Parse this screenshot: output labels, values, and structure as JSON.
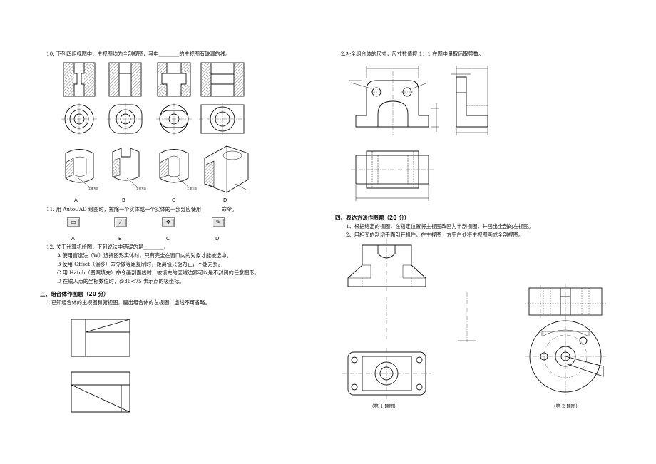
{
  "left": {
    "q10": "10. 下列四组视图中，主视图均为全剖视图，其中________的主视图有缺漏的线。",
    "q10_labels": [
      "A",
      "B",
      "C",
      "D"
    ],
    "q11": "11. 用 AutoCAD 绘图时，擦除一个实体或一个实体的一部分应使用________命令。",
    "q11_labels": [
      "A",
      "B",
      "C",
      "D"
    ],
    "q12": "12. 关于计算机绘图，下列说法中错误的是________。",
    "q12_options": [
      "A 使用窗选法（W）选择图形实体时，只有完全在窗口内的对象才能被选中。",
      "B 使用 Offset（偏移）命令做等距复制时，距离值只能为正，不能为负。",
      "C 用 Hatch（图案填充）命令画剖面线时，被填充的区域边界可以是不封闭的任意图形。",
      "D 在输入点的坐标数值时，@36<75 表示点的极坐标。"
    ],
    "section3_title": "三、组合体作图题（20 分）",
    "s3_q1": "1.已知组合体的主视图和俯视图，画出组合体的左视图，虚线不可省略。"
  },
  "right": {
    "s3_q2": "2.补全组合体的尺寸，尺寸数值按 1：1 在图中量取后取整数。",
    "section4_title": "四、表达方法作图题（20 分）",
    "s4_items": [
      "1、根据给定的视图，在指定位置将主视图改画为半剖视图，并画出全剖的左视图。",
      "2、用相交的剖切平面剖开机件，在主视图上方空白处将主视图画成全剖视图。"
    ],
    "caption1": "（第 1 题图）",
    "caption2": "（第 2 题图）"
  },
  "icons": [
    "erase-icon",
    "trim-icon",
    "move-icon",
    "match-properties-icon"
  ]
}
